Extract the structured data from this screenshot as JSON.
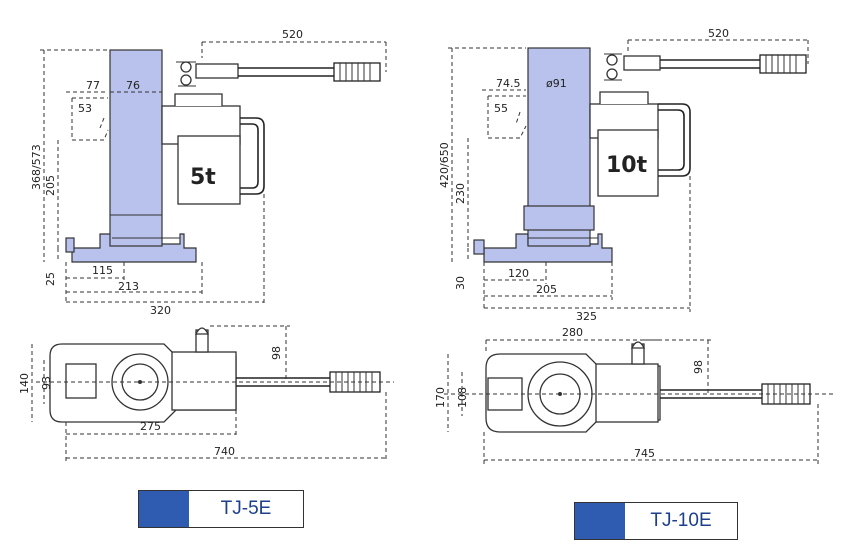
{
  "colors": {
    "body_fill": "#b8c2ec",
    "label_swatch": "#2f5cb0",
    "label_text": "#1d3f8c"
  },
  "jack_5t": {
    "capacity_label": "5t",
    "model": "TJ-5E",
    "dims": {
      "handle": "520",
      "toe_w": "77",
      "col_w": "76",
      "toe_h": "53",
      "height": "368/573",
      "toe_lift": "205",
      "base_h": "25",
      "d115": "115",
      "d213": "213",
      "d320": "320",
      "plan_140": "140",
      "plan_93": "93",
      "plan_98": "98",
      "plan_275": "275",
      "plan_740": "740"
    }
  },
  "jack_10t": {
    "capacity_label": "10t",
    "model": "TJ-10E",
    "dims": {
      "handle": "520",
      "toe_w": "74.5",
      "col_dia": "ø91",
      "toe_h": "55",
      "height": "420/650",
      "toe_lift": "230",
      "base_h": "30",
      "d120": "120",
      "d205": "205",
      "d325": "325",
      "plan_280": "280",
      "plan_170": "170",
      "plan_108": "108",
      "plan_98": "98",
      "plan_745": "745"
    }
  }
}
